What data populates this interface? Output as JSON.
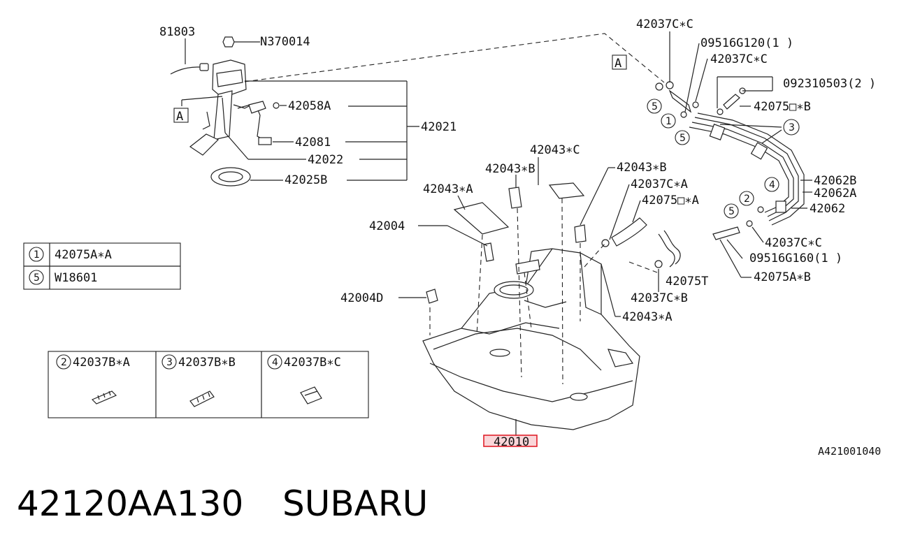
{
  "labels": {
    "p81803": "81803",
    "pN370014": "N370014",
    "p42058A": "42058A",
    "p42021": "42021",
    "p42081": "42081",
    "p42022": "42022",
    "p42025B": "42025B",
    "p42037CC_top": "42037C∗C",
    "p09516G120": "09516G120(1 )",
    "p42037CC_2": "42037C∗C",
    "p092310503": "092310503(2 )",
    "p42075DB": "42075□∗B",
    "p42043C": "42043∗C",
    "p42043B_l": "42043∗B",
    "p42043B_r": "42043∗B",
    "p42043A_l": "42043∗A",
    "p42037CA": "42037C∗A",
    "p42075DA": "42075□∗A",
    "p42062B": "42062B",
    "p42062A": "42062A",
    "p42062": "42062",
    "p42004": "42004",
    "p42037CC_3": "42037C∗C",
    "p09516G160": "09516G160(1 )",
    "p42075AB": "42075A∗B",
    "p42075T": "42075T",
    "p42004D": "42004D",
    "p42037CB": "42037C∗B",
    "p42043A_r": "42043∗A",
    "p42010": "42010",
    "ref_code": "A421001040",
    "ref_A1": "A",
    "ref_A2": "A"
  },
  "callouts": {
    "c1": "1",
    "c2": "2",
    "c3": "3",
    "c4": "4",
    "c5a": "5",
    "c5b": "5",
    "c5c": "5"
  },
  "legend_table": [
    {
      "num": "1",
      "part": "42075A∗A"
    },
    {
      "num": "5",
      "part": "W18601"
    }
  ],
  "clip_table": [
    {
      "num": "2",
      "part": "42037B∗A"
    },
    {
      "num": "3",
      "part": "42037B∗B"
    },
    {
      "num": "4",
      "part": "42037B∗C"
    }
  ],
  "footer": {
    "part_number": "42120AA130",
    "brand": "SUBARU"
  },
  "colors": {
    "highlight": "#e0202a",
    "line": "#222222"
  }
}
